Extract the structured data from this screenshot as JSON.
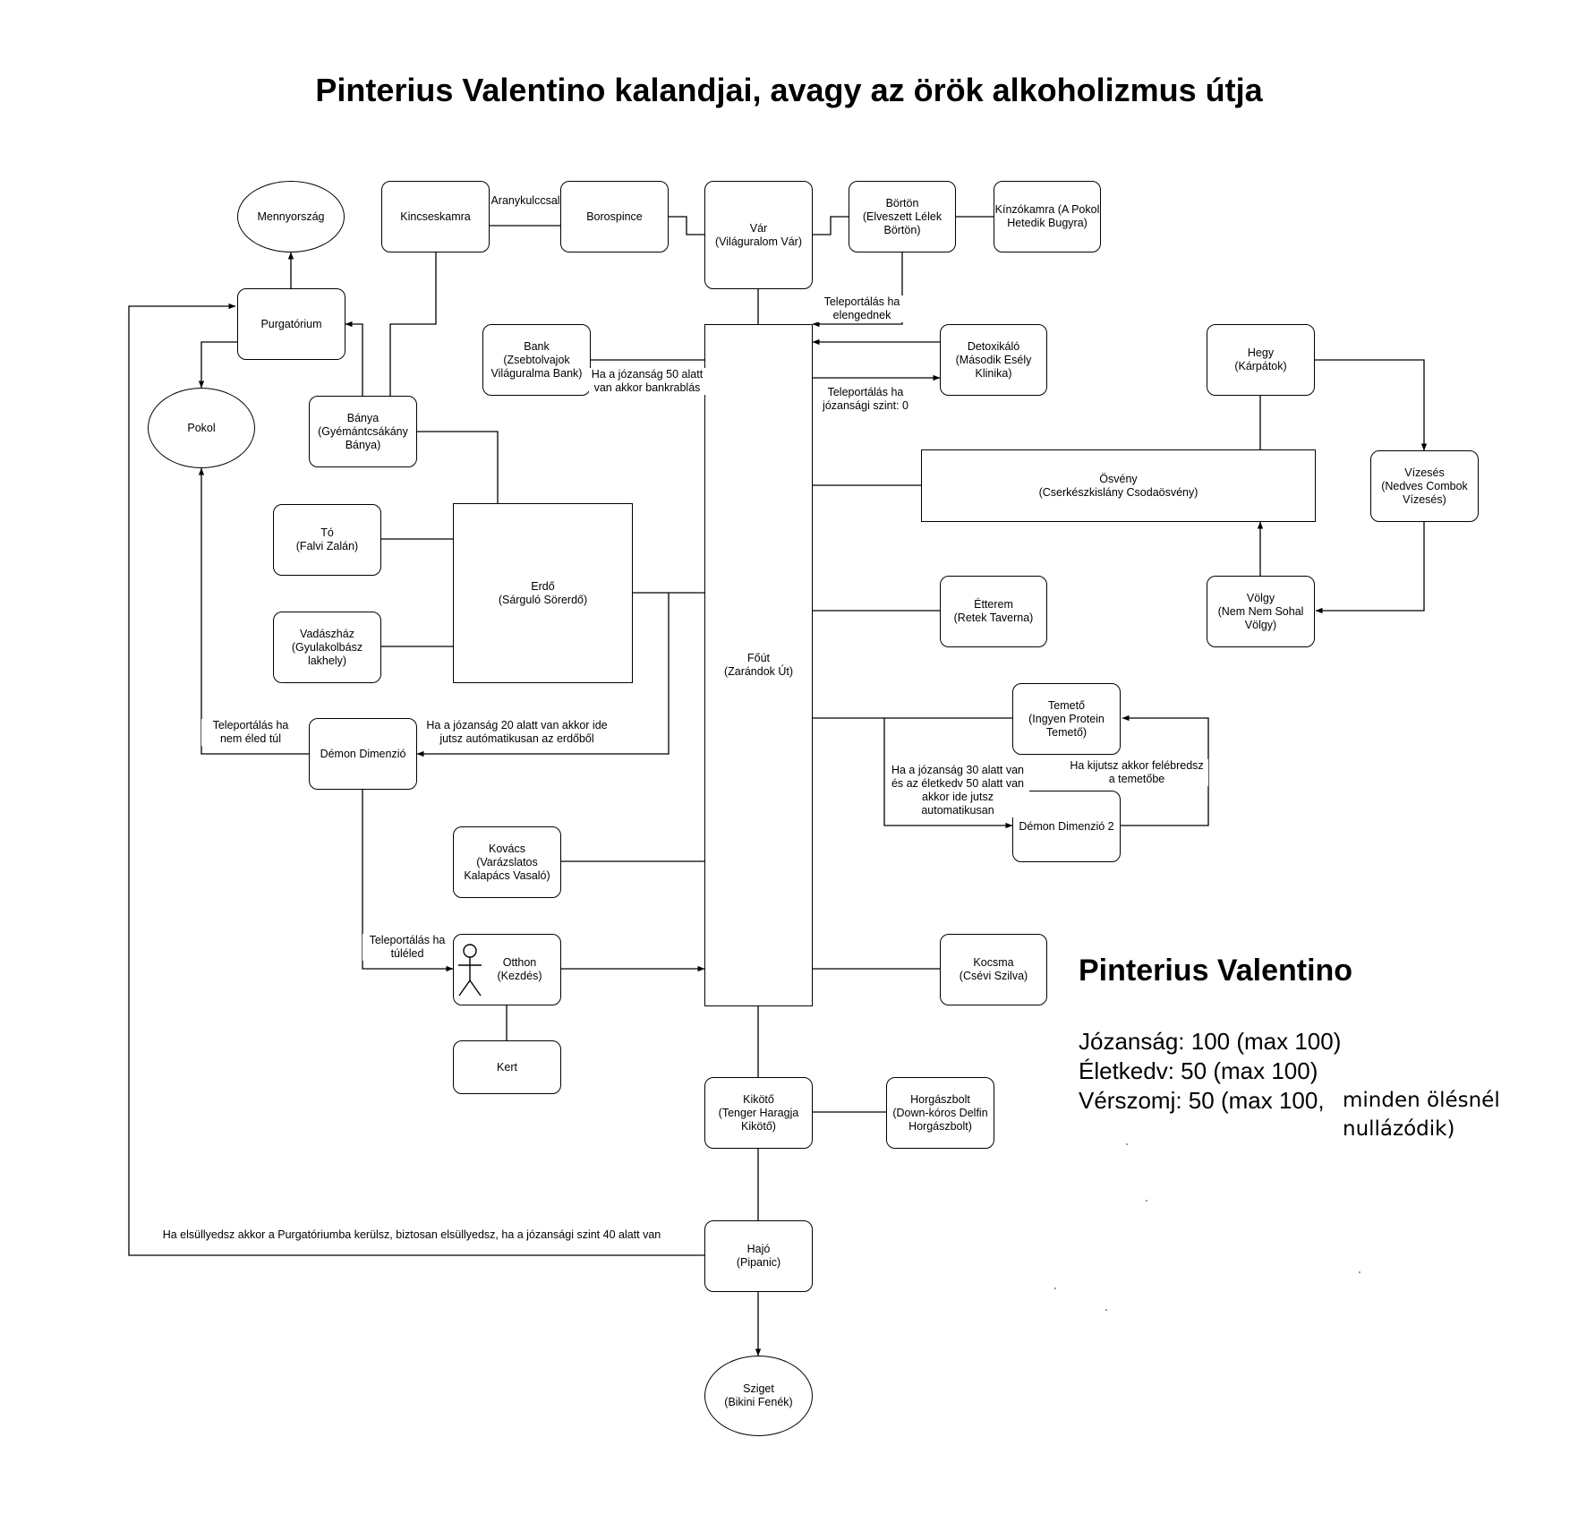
{
  "title": "Pinterius Valentino kalandjai, avagy az örök alkoholizmus útja",
  "nodes": {
    "mennyorszag": "Mennyország",
    "kincseskamra": "Kincseskamra",
    "borospince": "Borospince",
    "var": "Vár\n(Világuralom Vár)",
    "borton": "Börtön\n(Elveszett Lélek\nBörtön)",
    "kinzokamra": "Kínzókamra (A Pokol\nHetedik Bugyra)",
    "purgatorium": "Purgatórium",
    "pokol": "Pokol",
    "bank": "Bank\n(Zsebtolvajok\nViláguralma Bank)",
    "detoxikalo": "Detoxikáló\n(Második Esély\nKlinika)",
    "hegy": "Hegy\n(Kárpátok)",
    "banya": "Bánya\n(Gyémántcsákány\nBánya)",
    "osveny": "Ösvény\n(Cserkészkislány Csodaösvény)",
    "vizeses": "Vízesés\n(Nedves Combok\nVízesés)",
    "to": "Tó\n(Falvi Zalán)",
    "erdo": "Erdő\n(Sárguló Sörerdő)",
    "vadaszhaz": "Vadászház\n(Gyulakolbász\nlakhely)",
    "etterem": "Étterem\n(Retek Taverna)",
    "volgy": "Völgy\n(Nem Nem Sohal\nVölgy)",
    "fout": "Főút\n(Zarándok Út)",
    "temeto": "Temető\n(Ingyen Protein\nTemető)",
    "demon1": "Démon Dimenzió",
    "demon2": "Démon Dimenzió 2",
    "kovacs": "Kovács\n(Varázslatos\nKalapács Vasaló)",
    "otthon": "Otthon\n(Kezdés)",
    "kocsma": "Kocsma\n(Csévi Szilva)",
    "kert": "Kert",
    "kikoto": "Kikötő\n(Tenger Haragja\nKikötő)",
    "horgaszbolt": "Horgászbolt\n(Down-kóros Delfin\nHorgászbolt)",
    "hajo": "Hajó\n(Pipanic)",
    "sziget": "Sziget\n(Bikini Fenék)"
  },
  "edge_labels": {
    "aranykulccsal": "Aranykulccsal",
    "teleport_elengednek": "Teleportálás ha\nelengednek",
    "bankrablas": "Ha a józanság 50 alatt\nvan akkor bankrablás",
    "teleport_jozansag0": "Teleportálás ha\njózansági szint: 0",
    "teleport_nem_eled": "Teleportálás ha\nnem éled túl",
    "jozansag20": "Ha a józanság 20 alatt van akkor ide\njutsz autómatikusan az erdőből",
    "jozansag30": "Ha a józanság 30 alatt van\nés az életkedv 50 alatt van\nakkor ide jutsz\nautomatikusan",
    "kijutsz": "Ha kijutsz akkor felébredsz\na temetőbe",
    "teleport_tuleled": "Teleportálás ha\ntúléled",
    "elsullyedsz": "Ha elsüllyedsz akkor a Purgatóriumba kerülsz, biztosan elsüllyedsz, ha a józansági szint 40 alatt van"
  },
  "character": {
    "name": "Pinterius Valentino",
    "jozansag": "Józanság: 100 (max 100)",
    "eletkedv": "Életkedv: 50 (max 100)",
    "verszomj": "Vérszomj: 50 (max 100,",
    "verszomj_note_1": "minden ölésnél",
    "verszomj_note_2": "nullázódik)"
  }
}
